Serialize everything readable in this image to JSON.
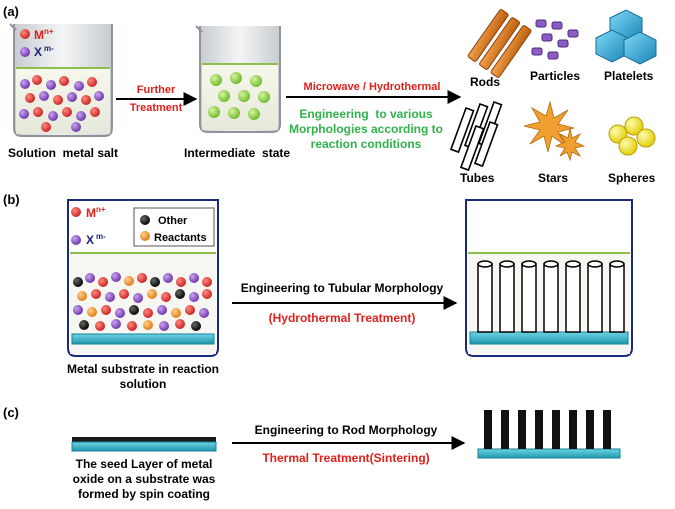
{
  "panel_a": {
    "tag": "(a)",
    "ion_cation": "M",
    "ion_cation_sup": "n+",
    "ion_anion": "X",
    "ion_anion_sup": "m-",
    "beaker1_caption": "Solution  metal salt",
    "arrow1_line1": "Further",
    "arrow1_line2": "Treatment",
    "beaker2_caption": "Intermediate  state",
    "arrow2_label": "Microwave / Hydrothermal",
    "engineering_line1": "Engineering  to various",
    "engineering_line2": "Morphologies according to",
    "engineering_line3": "reaction conditions",
    "morphologies": [
      "Rods",
      "Particles",
      "Platelets",
      "Tubes",
      "Stars",
      "Spheres"
    ]
  },
  "panel_b": {
    "tag": "(b)",
    "ion_cation": "M",
    "ion_cation_sup": "n+",
    "ion_anion": "X",
    "ion_anion_sup": "m-",
    "legend_other": "Other",
    "legend_reactants": "Reactants",
    "arrow_label": "Engineering to Tubular Morphology",
    "arrow_sublabel": "(Hydrothermal Treatment)",
    "caption_line1": "Metal substrate in reaction",
    "caption_line2": "solution"
  },
  "panel_c": {
    "tag": "(c)",
    "arrow_label": "Engineering to Rod Morphology",
    "arrow_sublabel": "Thermal Treatment(Sintering)",
    "caption_line1": "The seed Layer of metal",
    "caption_line2": "oxide on a substrate was",
    "caption_line3": "formed by spin coating"
  },
  "colors": {
    "red_text": "#e0201b",
    "green_text": "#2fb34a",
    "cation": "#d9302c",
    "anion": "#8a4fc0",
    "other": "#111111",
    "reactant": "#f0902a",
    "substrate": "#36b6cc",
    "green_sphere": "#8fd13f",
    "rods": "#e8801c",
    "platelets": "#2aa6d8",
    "spheres": "#f2e20a",
    "stars": "#f0a030",
    "particles": "#8c5cc4"
  }
}
